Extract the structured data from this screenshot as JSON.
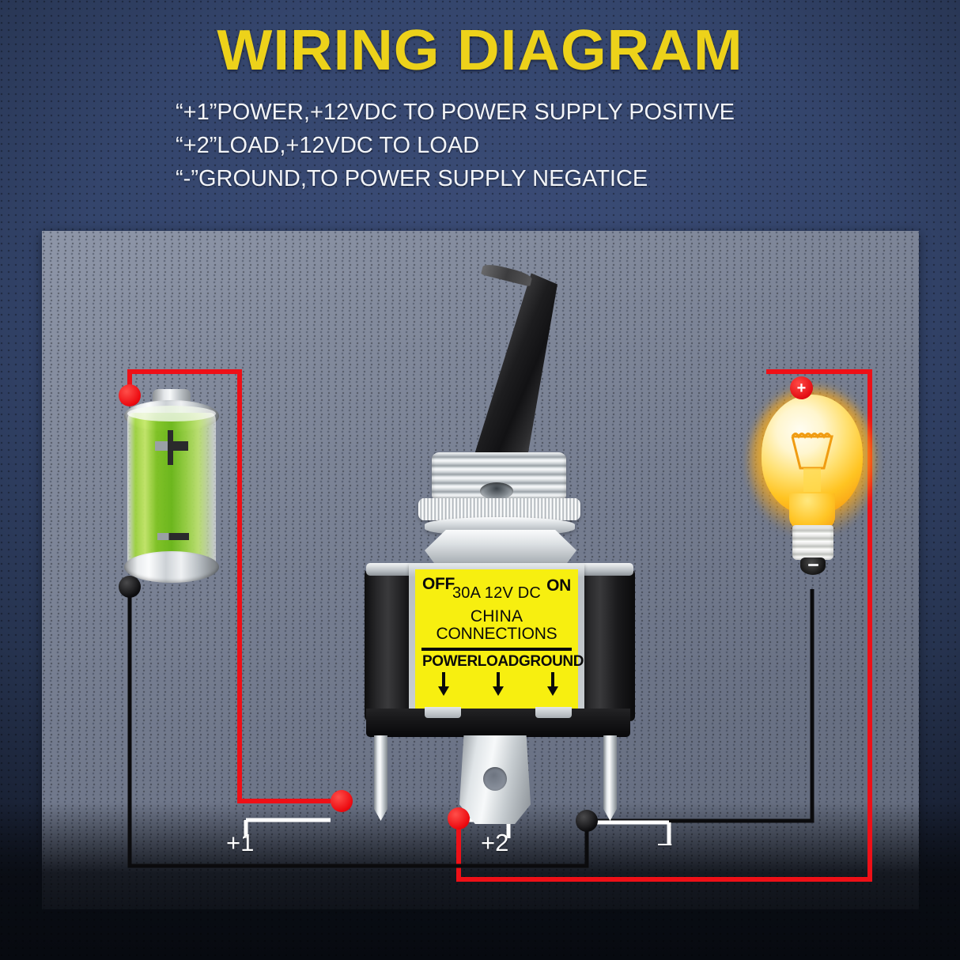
{
  "header": {
    "title": "WIRING DIAGRAM",
    "lines": [
      "“+1”POWER,+12VDC TO POWER SUPPLY POSITIVE",
      "“+2”LOAD,+12VDC TO LOAD",
      "“-”GROUND,TO POWER SUPPLY NEGATICE"
    ]
  },
  "colors": {
    "title_yellow": "#EDD21A",
    "label_yellow": "#F7EF10",
    "wire_red": "#EE1017",
    "wire_black": "#0B0B0D",
    "panel_gray": "#757D90",
    "backdrop_blue": "#34456C"
  },
  "switch": {
    "label": {
      "off": "OFF",
      "on": "ON",
      "rating": "30A  12V DC",
      "origin": "CHINA",
      "connections": "CONNECTIONS",
      "terminals": [
        "POWER",
        "LOAD",
        "GROUND"
      ],
      "arrow_glyph": "↓"
    }
  },
  "battery": {
    "plus_mark": "+",
    "minus_mark": "−"
  },
  "bulb": {
    "plus_mark": "+",
    "minus_mark": "−"
  },
  "terminal_labels": {
    "power": "+1",
    "load": "+2",
    "ground": "–"
  }
}
